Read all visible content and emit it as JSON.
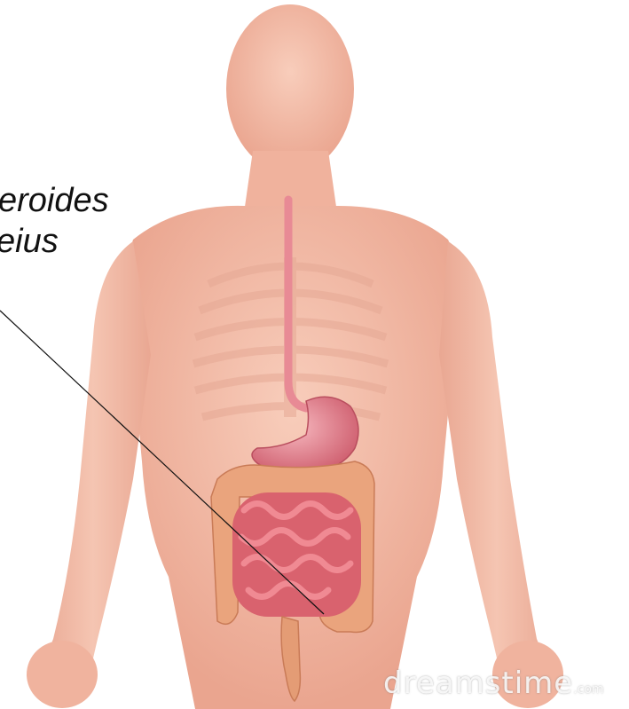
{
  "annotation": {
    "line_1": "eroides",
    "line_2": "eius"
  },
  "watermark": {
    "brand": "dreamstime",
    "suffix": ".com"
  },
  "colors": {
    "skin": "#f2b9a4",
    "skin_shadow": "#e39a84",
    "colon": "#e8a27a",
    "small_intestine": "#d9626e",
    "stomach": "#e27d8a",
    "esophagus": "#e88a95",
    "background": "#ffffff"
  }
}
